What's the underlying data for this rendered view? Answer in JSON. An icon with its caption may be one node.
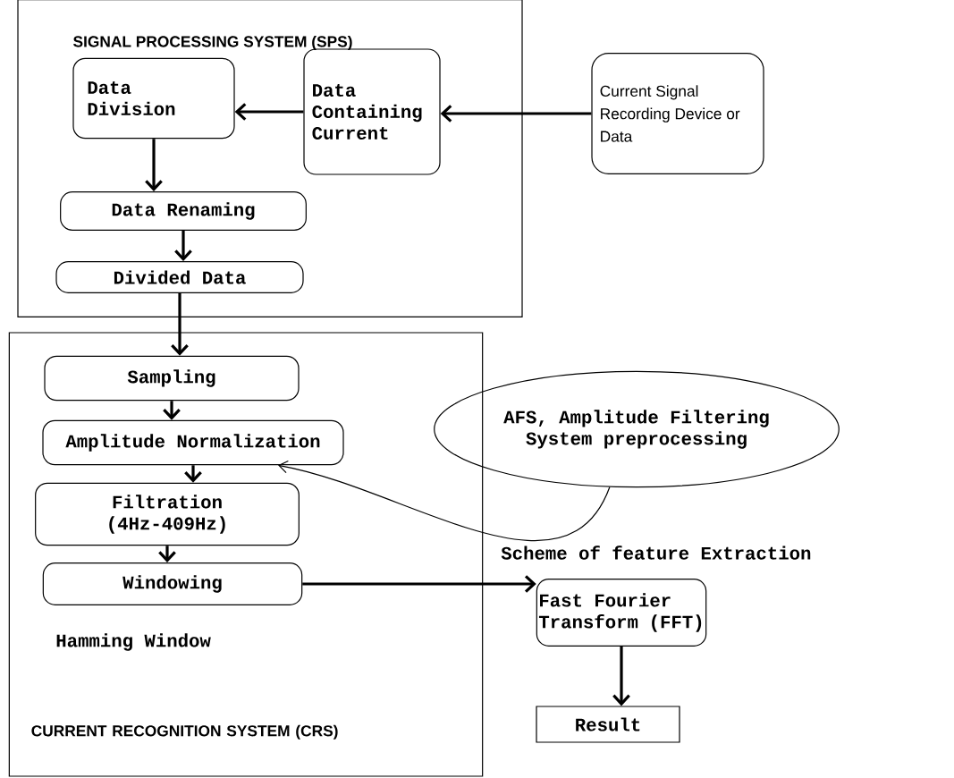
{
  "diagram": {
    "nodes": [
      {
        "text": [
          "SIGNAL PROCESSING SYSTEM (SPS)"
        ]
      },
      {
        "text": [
          "Data Division"
        ],
        "in": 0
      },
      {
        "text": [
          "Data Containing Current"
        ],
        "in": 0
      },
      {
        "text": [
          "Current Signal Recording Device or Data"
        ]
      },
      {
        "text": [
          "Data Renaming"
        ],
        "in": 0
      },
      {
        "text": [
          "Divided Data"
        ],
        "in": 0
      },
      {
        "text": [
          "CURRENT RECOGNITION SYSTEM (CRS)"
        ]
      },
      {
        "text": [
          "Sampling"
        ],
        "in": 6
      },
      {
        "text": [
          "Amplitude Normalization"
        ],
        "in": 6
      },
      {
        "text": [
          "Filtration (4Hz-409Hz)"
        ],
        "in": 6
      },
      {
        "text": [
          "Windowing"
        ],
        "in": 6
      },
      {
        "text": [
          "AFS, Amplitude Filtering System preprocessing"
        ]
      },
      {
        "text": [
          "Fast Fourier Transform (FFT)"
        ]
      },
      {
        "text": [
          "Result"
        ]
      }
    ],
    "edges": [
      {
        "from": 3,
        "to": 2,
        "arrow": "to"
      },
      {
        "from": 2,
        "to": 1,
        "arrow": "to"
      },
      {
        "from": 1,
        "to": 4,
        "arrow": "to"
      },
      {
        "from": 4,
        "to": 5,
        "arrow": "to"
      },
      {
        "from": 5,
        "to": 7,
        "arrow": "to"
      },
      {
        "from": 7,
        "to": 8,
        "arrow": "to"
      },
      {
        "from": 8,
        "to": 9,
        "arrow": "to"
      },
      {
        "from": 9,
        "to": 10,
        "arrow": "to"
      },
      {
        "from": 10,
        "to": 12,
        "arrow": "to"
      },
      {
        "from": 12,
        "to": 13,
        "arrow": "to"
      },
      {
        "from": 11,
        "to": 8,
        "arrow": "to"
      }
    ],
    "labels": [
      "Scheme of feature Extraction",
      "Hamming Window"
    ]
  }
}
